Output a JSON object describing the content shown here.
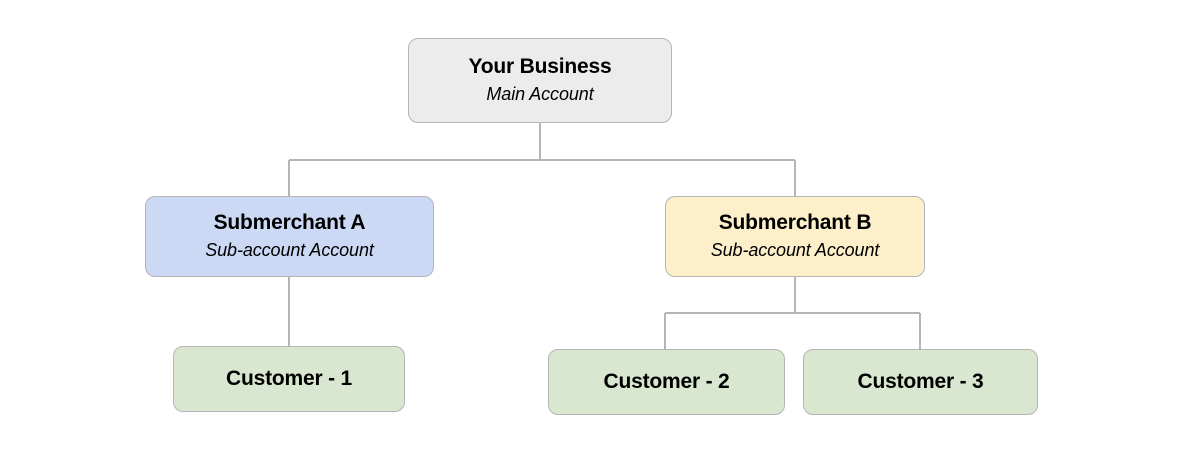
{
  "diagram": {
    "type": "org-chart-tree",
    "orientation": "top-down",
    "background_color": "#ffffff",
    "connector_color": "#b5b5b5",
    "nodes": [
      {
        "id": "root",
        "title": "Your Business",
        "subtitle": "Main Account",
        "fill_color": "#ececec",
        "border_color": "#b5b5b5",
        "level": 0
      },
      {
        "id": "submerchant-a",
        "title": "Submerchant A",
        "subtitle": "Sub-account Account",
        "fill_color": "#ccd9f5",
        "border_color": "#b5b5b5",
        "level": 1
      },
      {
        "id": "submerchant-b",
        "title": "Submerchant B",
        "subtitle": "Sub-account Account",
        "fill_color": "#fcefc9",
        "border_color": "#b5b5b5",
        "level": 1
      },
      {
        "id": "customer-1",
        "title": "Customer - 1",
        "subtitle": "",
        "fill_color": "#d9e7d1",
        "border_color": "#b5b5b5",
        "level": 2
      },
      {
        "id": "customer-2",
        "title": "Customer - 2",
        "subtitle": "",
        "fill_color": "#d9e7d1",
        "border_color": "#b5b5b5",
        "level": 2
      },
      {
        "id": "customer-3",
        "title": "Customer - 3",
        "subtitle": "",
        "fill_color": "#d9e7d1",
        "border_color": "#b5b5b5",
        "level": 2
      }
    ],
    "edges": [
      {
        "from": "root",
        "to": "submerchant-a"
      },
      {
        "from": "root",
        "to": "submerchant-b"
      },
      {
        "from": "submerchant-a",
        "to": "customer-1"
      },
      {
        "from": "submerchant-b",
        "to": "customer-2"
      },
      {
        "from": "submerchant-b",
        "to": "customer-3"
      }
    ]
  }
}
